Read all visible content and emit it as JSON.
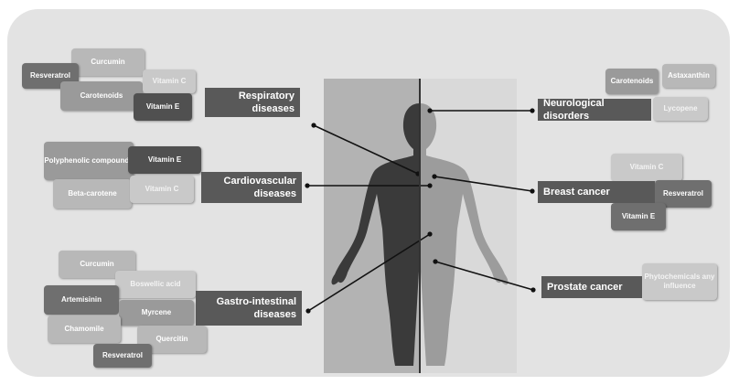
{
  "left_groups": [
    {
      "disease": "Respiratory diseases",
      "compounds": [
        "Curcumin",
        "Resveratrol",
        "Carotenoids",
        "Vitamin C",
        "Vitamin E"
      ]
    },
    {
      "disease": "Cardiovascular diseases",
      "compounds": [
        "Polyphenolic compounds",
        "Vitamin E",
        "Beta-carotene",
        "Vitamin C"
      ]
    },
    {
      "disease": "Gastro-intestinal diseases",
      "compounds": [
        "Curcumin",
        "Boswellic acid",
        "Artemisinin",
        "Myrcene",
        "Chamomile",
        "Quercitin",
        "Resveratrol"
      ]
    }
  ],
  "right_groups": [
    {
      "disease": "Neurological disorders",
      "compounds": [
        "Carotenoids",
        "Astaxanthin",
        "Lycopene"
      ]
    },
    {
      "disease": "Breast cancer",
      "compounds": [
        "Vitamin C",
        "Resveratrol",
        "Vitamin E"
      ]
    },
    {
      "disease": "Prostate cancer",
      "compounds": [
        "Phytochemicals any influence"
      ]
    }
  ],
  "colors": {
    "panel": "#e3e3e3",
    "header": "#595959",
    "figure_dark": "#3a3a3a",
    "figure_light": "#9c9c9c"
  }
}
